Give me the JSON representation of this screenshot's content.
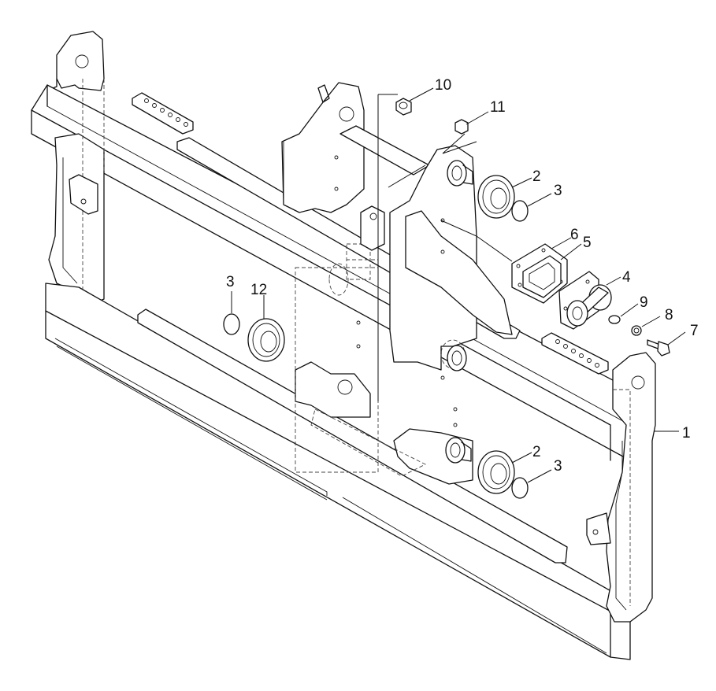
{
  "figure": {
    "callouts": {
      "c10": "10",
      "c11": "11",
      "c2a": "2",
      "c3a": "3",
      "c6": "6",
      "c5": "5",
      "c4": "4",
      "c9": "9",
      "c8": "8",
      "c7": "7",
      "c1": "1",
      "c3b": "3",
      "c12": "12",
      "c2b": "2",
      "c3c": "3"
    }
  }
}
